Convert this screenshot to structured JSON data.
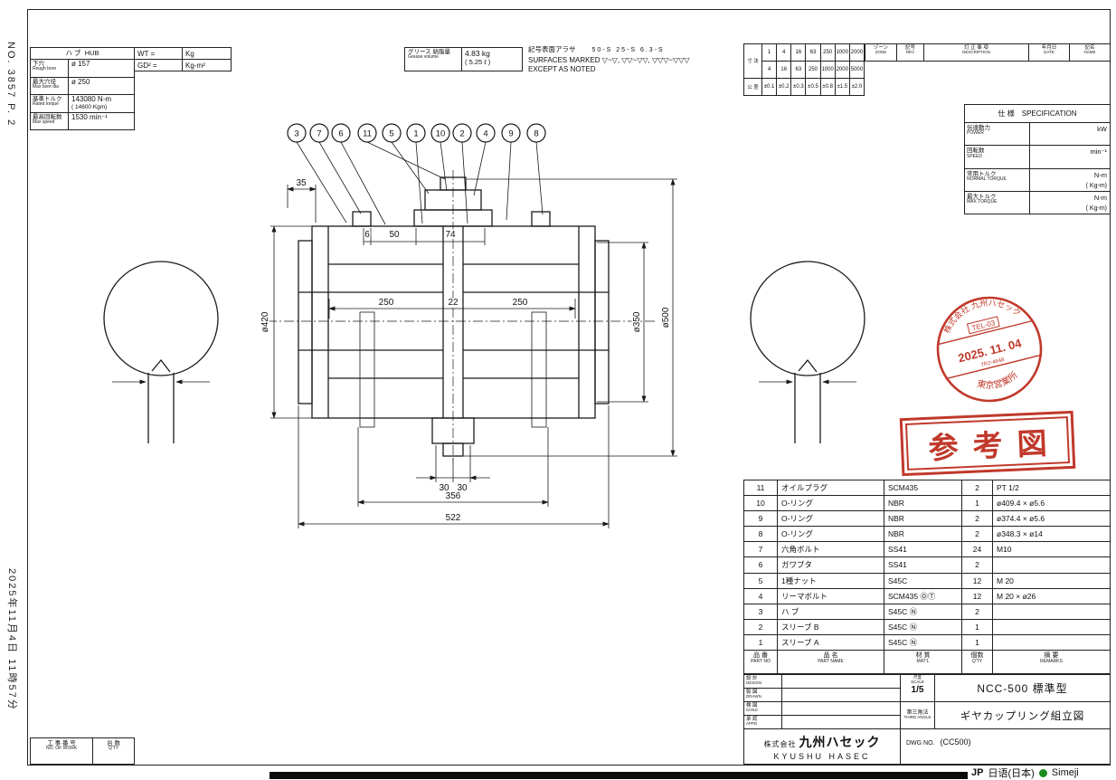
{
  "colors": {
    "line": "#1a1a1a",
    "stamp_red": "#c0392b",
    "ime_dot_green": "#1c8c1c"
  },
  "page": {
    "margin_doc_number": "NO. 3857   P. 2",
    "margin_timestamp": "2025年11月4日 11時57分"
  },
  "hub_table": {
    "header_jp": "ハ ブ",
    "header_en": "HUB",
    "rows": [
      {
        "jp": "下穴",
        "en": "Rough bore",
        "v1": "ø 157",
        "v2": ""
      },
      {
        "jp": "最大穴径",
        "en": "Max bore dia",
        "v1": "ø 250",
        "v2": ""
      },
      {
        "jp": "基準トルク",
        "en": "Rated torque",
        "v1": "143080 N-m",
        "v2": "( 14600 Kgm)"
      },
      {
        "jp": "最高回転数",
        "en": "Max speed",
        "v1": "1530 min⁻¹",
        "v2": ""
      }
    ],
    "wt": {
      "label": "WT =",
      "unit": "Kg"
    },
    "gd": {
      "label": "GD² =",
      "unit": "Kg-m²"
    }
  },
  "grease": {
    "jp": "グリース 給脂量",
    "en": "Grease volume",
    "v1": "4.83 kg",
    "v2": "( 5.25 ℓ )"
  },
  "surface_note": {
    "jp": "記号表面アラサ",
    "grades": "50-S   25-S   6.3-S",
    "line2": "SURFACES MARKED ▽~▽,  ▽▽~▽▽,  ▽▽▽~▽▽▽",
    "line3": "EXCEPT AS NOTED"
  },
  "tolerance_table": {
    "left1": "寸 法",
    "left2": "公 差",
    "row1": [
      "1",
      "4",
      "16",
      "63",
      "250",
      "1000",
      "2000"
    ],
    "row2": [
      "4",
      "16",
      "63",
      "250",
      "1000",
      "2000",
      "5000"
    ],
    "row3": [
      "±0.1",
      "±0.2",
      "±0.3",
      "±0.5",
      "±0.8",
      "±1.5",
      "±2.0"
    ]
  },
  "rev_table": {
    "headers": [
      {
        "jp": "ゾーン",
        "en": "ZONE"
      },
      {
        "jp": "記号",
        "en": "REV"
      },
      {
        "jp": "訂 正 事 項",
        "en": "DESCRIPTION"
      },
      {
        "jp": "年月日",
        "en": "DATE"
      },
      {
        "jp": "記名",
        "en": "NAME"
      }
    ]
  },
  "spec_table": {
    "title_jp": "仕  様",
    "title_en": "SPECIFICATION",
    "rows": [
      {
        "jp": "伝達動力",
        "en": "POWER",
        "u1": "kW",
        "u2": ""
      },
      {
        "jp": "回転数",
        "en": "SPEED",
        "u1": "min⁻¹",
        "u2": ""
      },
      {
        "jp": "常用トルク",
        "en": "NORMAL TORQUE",
        "u1": "N-m",
        "u2": "( Kg-m)"
      },
      {
        "jp": "最大トルク",
        "en": "MAX TORQUE",
        "u1": "N-m",
        "u2": "( Kg-m)"
      }
    ]
  },
  "drawing": {
    "balloons": [
      {
        "n": "3"
      },
      {
        "n": "7"
      },
      {
        "n": "6"
      },
      {
        "n": "11"
      },
      {
        "n": "5"
      },
      {
        "n": "1"
      },
      {
        "n": "10"
      },
      {
        "n": "2"
      },
      {
        "n": "4"
      },
      {
        "n": "9"
      },
      {
        "n": "8"
      }
    ],
    "dims": {
      "d35": "35",
      "d6": "6",
      "d50": "50",
      "d74": "74",
      "d250l": "250",
      "d22": "22",
      "d250r": "250",
      "dia420": "ø420",
      "dia350": "ø350",
      "dia500": "ø500",
      "d30a": "30",
      "d30b": "30",
      "d356": "356",
      "d522": "522"
    }
  },
  "stamps": {
    "circle": {
      "company": "株式会社 九州ハセック",
      "tel": "TEL-03",
      "date": "2025. 11. 04",
      "code": "7R2-4648",
      "branch": "東京営業所"
    },
    "reference": "参考図"
  },
  "parts_table": {
    "headers": {
      "no_jp": "品 番",
      "no_en": "PART NO",
      "name_jp": "品 名",
      "name_en": "PART NAME",
      "matl_jp": "材 質",
      "matl_en": "MAT'L",
      "qty_jp": "個数",
      "qty_en": "Q'TY",
      "rem_jp": "摘 要",
      "rem_en": "REMARKS"
    },
    "rows": [
      {
        "no": "11",
        "name": "オイルプラグ",
        "matl": "SCM435",
        "qty": "2",
        "remarks": "PT 1/2"
      },
      {
        "no": "10",
        "name": "O-リング",
        "matl": "NBR",
        "qty": "1",
        "remarks": "ø409.4 × ø5.6"
      },
      {
        "no": "9",
        "name": "O-リング",
        "matl": "NBR",
        "qty": "2",
        "remarks": "ø374.4 × ø5.6"
      },
      {
        "no": "8",
        "name": "O-リング",
        "matl": "NBR",
        "qty": "2",
        "remarks": "ø348.3 × ø14"
      },
      {
        "no": "7",
        "name": "六角ボルト",
        "matl": "SS41",
        "qty": "24",
        "remarks": "M10"
      },
      {
        "no": "6",
        "name": "ガワブタ",
        "matl": "SS41",
        "qty": "2",
        "remarks": ""
      },
      {
        "no": "5",
        "name": "1種ナット",
        "matl": "S45C",
        "qty": "12",
        "remarks": "M 20"
      },
      {
        "no": "4",
        "name": "リーマボルト",
        "matl": "SCM435 ⓄⓉ",
        "qty": "12",
        "remarks": "M 20 × ø26"
      },
      {
        "no": "3",
        "name": "ハ ブ",
        "matl": "S45C Ⓝ",
        "qty": "2",
        "remarks": ""
      },
      {
        "no": "2",
        "name": "スリーブ B",
        "matl": "S45C Ⓝ",
        "qty": "1",
        "remarks": ""
      },
      {
        "no": "1",
        "name": "スリーブ A",
        "matl": "S45C Ⓝ",
        "qty": "1",
        "remarks": ""
      }
    ]
  },
  "title_block": {
    "sign_rows": [
      {
        "jp": "設 計",
        "en": "DESIGN"
      },
      {
        "jp": "製 図",
        "en": "DRAWN"
      },
      {
        "jp": "検 図",
        "en": "CHKD"
      },
      {
        "jp": "承 認",
        "en": "APPD"
      }
    ],
    "scale_jp": "尺度",
    "scale_en": "SCALE",
    "scale_value": "1/5",
    "projection_jp": "第三角法",
    "projection_en": "THIRD ANGLE",
    "model": "NCC-500  標準型",
    "title": "ギヤカップリング組立図",
    "company_prefix": "株式会社",
    "company_name": "九州ハセック",
    "company_en": "KYUSHU HASEC",
    "dwg_label": "DWG NO.",
    "dwg_no": "(CC500)"
  },
  "work_table": {
    "jp1": "工 事 番 号",
    "en1": "NO. OF WORK",
    "jp2": "台 数",
    "en2": "Q'TY"
  },
  "ime": {
    "lang": "JP",
    "label": "日语(日本)",
    "app": "Simeji"
  }
}
